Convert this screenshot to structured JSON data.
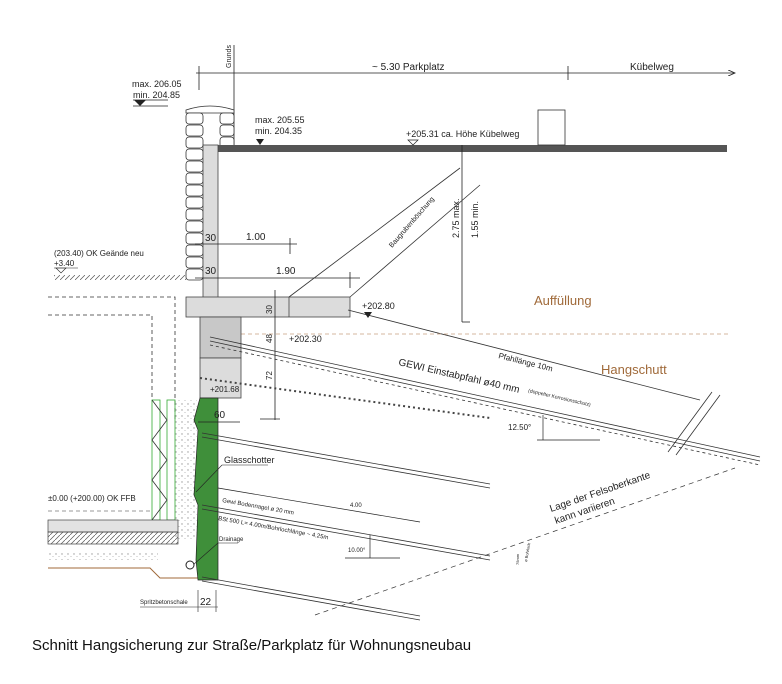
{
  "labels": {
    "grunds": "Grunds",
    "parkplatz": "~ 5.30 Parkplatz",
    "kuebelweg": "Kübelweg",
    "max1": "max. 206.05",
    "min1": "min. 204.85",
    "max2": "max. 205.55",
    "min2": "min. 204.35",
    "hoehe_kuebelweg": "+205.31 ca. Höhe Kübelweg",
    "dim_30a": "30",
    "dim_100": "1.00",
    "dim_30b": "30",
    "dim_190": "1.90",
    "ok_gelaende": "(203.40) OK Geände neu",
    "plus340": "+3.40",
    "baugrube": "Baugrubenböschung",
    "h_max": "2.75 max.",
    "h_min": "1.55 min.",
    "auffuellung": "Auffüllung",
    "hangschutt": "Hangschutt",
    "dim_30c": "30",
    "el_20280": "+202.80",
    "dim_48": "48",
    "el_20230": "+202.30",
    "dim_72": "72",
    "el_20168": "+201.68",
    "dim_60": "60",
    "pfahllaenge": "Pfahllänge 10m",
    "gewi": "GEWI Einstabpfahl ø40 mm",
    "korrosion": "(doppelter Korrosionsschutz)",
    "angle1": "12.50°",
    "glasschotter": "Glasschotter",
    "ffb": "±0.00 (+200.00) OK FFB",
    "dim_400": "4.00",
    "nagel": "Gewi Bodennagel ø 20 mm",
    "bst": "BSt 500 L= 4.00m/Bohrlochlänge ~ 4.25m",
    "angle2": "10.00°",
    "drainage": "Drainage",
    "fels1": "Lage der Felsoberkante",
    "fels2": "kann variieren",
    "dim_75": "75mm",
    "bohrloch": "ø Bohrloch",
    "spritzbeton": "Spritzbetonschale",
    "dim_22": "22"
  },
  "caption": "Schnitt Hangsicherung zur Straße/Parkplatz für Wohnungsneubau",
  "colors": {
    "shotcrete": "#3f8f3a",
    "road": "#555555",
    "concrete": "#dcdcdc",
    "soil_label": "#a06a3a"
  }
}
